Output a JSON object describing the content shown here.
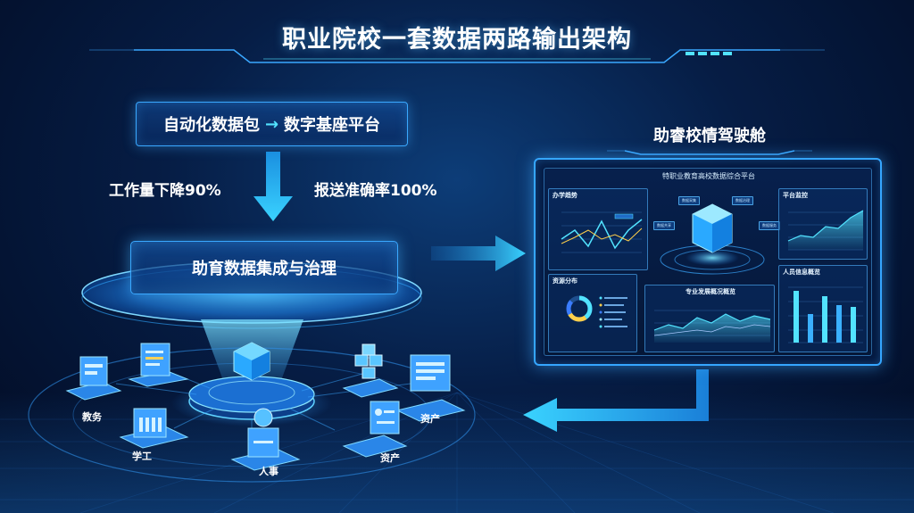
{
  "title": "职业院校一套数据两路输出架构",
  "left": {
    "top_box": {
      "from": "自动化数据包",
      "arrow": "→",
      "to": "数字基座平台"
    },
    "stat_left": "工作量下降90%",
    "stat_right": "报送准确率100%",
    "platform_label": "助育数据集成与治理",
    "nodes": [
      "教务",
      "学工",
      "人事",
      "资产",
      "资产"
    ]
  },
  "right": {
    "cockpit_title": "助睿校情驾驶舱",
    "dashboard": {
      "header": "特职业教育高校数据综合平台",
      "panels": {
        "top_left": "办学趋势",
        "top_right": "平台监控",
        "bottom_left": "资源分布",
        "bottom_center": "专业发展概况概览",
        "bottom_right": "人员信息概览"
      },
      "center_tags": [
        "数据采集",
        "数据治理",
        "数据共享",
        "数据服务"
      ]
    }
  },
  "colors": {
    "accent": "#3aa8ff",
    "arrow": "#2fc8f5",
    "highlight": "#52e3ff"
  }
}
